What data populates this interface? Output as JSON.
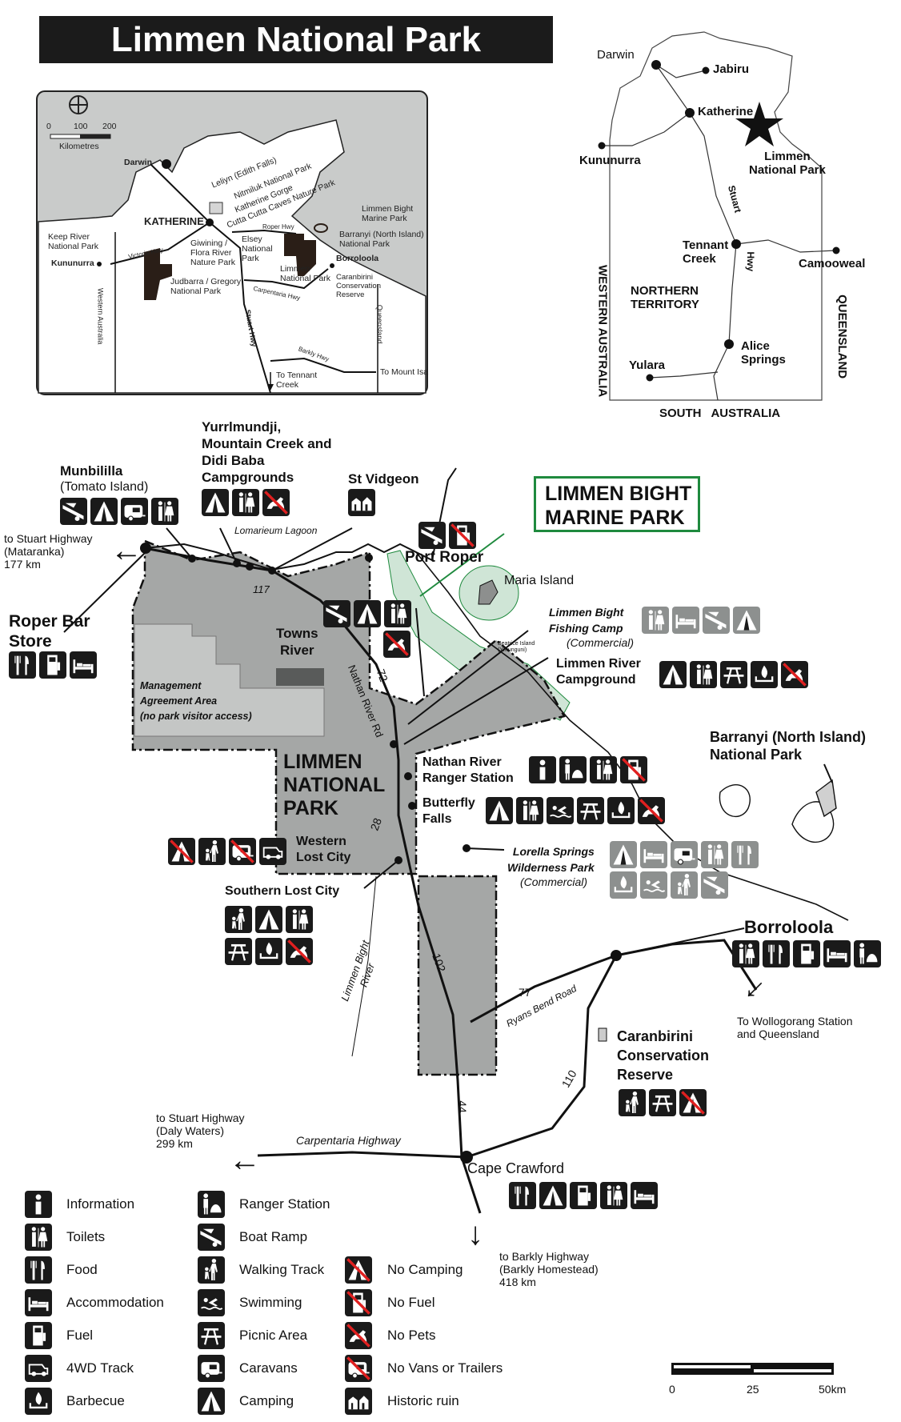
{
  "title": "Limmen National Park",
  "inset": {
    "scale_labels": [
      "0",
      "100",
      "200"
    ],
    "scale_unit": "Kilometres",
    "darwin": "Darwin",
    "katherine": "KATHERINE",
    "leliyn": "Leliyn (Edith Falls)",
    "nitmiluk": "Nitmiluk National Park",
    "katherine_gorge": "Katherine Gorge",
    "cutta": "Cutta Cutta Caves Nature Park",
    "keep_river": [
      "Keep River",
      "National Park"
    ],
    "kununurra": "Kununurra",
    "victoria_hwy": "Victoria Hwy",
    "giwining": [
      "Giwining /",
      "Flora River",
      "Nature Park"
    ],
    "judbarra": [
      "Judbarra / Gregory",
      "National Park"
    ],
    "elsey": [
      "Elsey",
      "National",
      "Park"
    ],
    "roper_hwy": "Roper Hwy",
    "limmen": [
      "Limmen",
      "National Park"
    ],
    "marine": [
      "Limmen Bight",
      "Marine Park"
    ],
    "barranyi": [
      "Barranyi (North Island)",
      "National Park"
    ],
    "borroloola": "Borroloola",
    "caranbirini": [
      "Caranbirini",
      "Conservation",
      "Reserve"
    ],
    "carpentaria_hwy": "Carpentaria Hwy",
    "stuart_hwy": "Stuart Hwy",
    "western_australia": "Western Australia",
    "queensland": "Queensland",
    "barkly_hwy": "Barkly Hwy",
    "tennant": [
      "To Tennant",
      "Creek"
    ],
    "mount_isa": "To Mount Isa"
  },
  "overview": {
    "darwin": "Darwin",
    "jabiru": "Jabiru",
    "katherine": "Katherine",
    "limmen": [
      "Limmen",
      "National Park"
    ],
    "kununurra": "Kununurra",
    "stuart": "Stuart",
    "hwy": "Hwy",
    "tennant": [
      "Tennant",
      "Creek"
    ],
    "camooweal": "Camooweal",
    "nt": [
      "NORTHERN",
      "TERRITORY"
    ],
    "alice": [
      "Alice",
      "Springs"
    ],
    "yulara": "Yulara",
    "wa": "WESTERN AUSTRALIA",
    "qld": "QUEENSLAND",
    "sa": "SOUTH   AUSTRALIA"
  },
  "main": {
    "munbililla": {
      "name": "Munbililla",
      "sub": "(Tomato Island)",
      "icons": [
        "boat-ramp",
        "camping",
        "caravans",
        "toilets"
      ]
    },
    "yurrlmundji": {
      "name": [
        "Yurrlmundji,",
        "Mountain Creek and",
        "Didi Baba",
        "Campgrounds"
      ],
      "icons": [
        "camping",
        "toilets",
        "no-pets"
      ]
    },
    "st_vidgeon": {
      "name": "St Vidgeon",
      "icons": [
        "historic-ruin"
      ]
    },
    "port_roper": {
      "name": "Port Roper",
      "icons": [
        "boat-ramp",
        "no-fuel"
      ]
    },
    "marine_park": [
      "LIMMEN BIGHT",
      "MARINE PARK"
    ],
    "maria_island": "Maria Island",
    "mataranka": [
      "to Stuart Highway",
      "(Mataranka)",
      "177 km"
    ],
    "roper_bar": {
      "name": [
        "Roper Bar",
        "Store"
      ],
      "icons": [
        "food",
        "fuel",
        "accommodation"
      ]
    },
    "lomarieum": "Lomarieum Lagoon",
    "road_117": "117",
    "towns_river": {
      "name": [
        "Towns",
        "River"
      ],
      "icons": [
        "boat-ramp",
        "camping",
        "toilets"
      ],
      "icons2": [
        "no-pets"
      ]
    },
    "management": [
      "Management",
      "Agreement Area",
      "(no park visitor access)"
    ],
    "nathan_river_rd": "Nathan River Rd",
    "road_72": "72",
    "park_name": [
      "LIMMEN",
      "NATIONAL",
      "PARK"
    ],
    "road_28": "28",
    "western_lost_city": {
      "name": [
        "Western",
        "Lost City"
      ],
      "icons": [
        "no-camping",
        "walking-track",
        "no-vans",
        "4wd-track"
      ]
    },
    "fishing_camp": {
      "name": [
        "Limmen Bight",
        "Fishing Camp"
      ],
      "sub": "(Commercial)",
      "icons": [
        "toilets",
        "accommodation",
        "boat-ramp",
        "camping"
      ]
    },
    "beatrice": [
      "Beatrice Island",
      "(Ymunguni)"
    ],
    "limmen_river": {
      "name": [
        "Limmen River",
        "Campground"
      ],
      "icons": [
        "camping",
        "toilets",
        "picnic-area",
        "barbecue",
        "no-pets"
      ]
    },
    "barranyi": [
      "Barranyi (North Island)",
      "National Park"
    ],
    "nathan_ranger": {
      "name": [
        "Nathan River",
        "Ranger Station"
      ],
      "icons": [
        "information",
        "ranger-station",
        "toilets",
        "no-fuel"
      ]
    },
    "butterfly": {
      "name": [
        "Butterfly",
        "Falls"
      ],
      "icons": [
        "camping",
        "toilets",
        "swimming",
        "picnic-area",
        "barbecue",
        "no-pets"
      ]
    },
    "lorella": {
      "name": [
        "Lorella Springs",
        "Wilderness Park"
      ],
      "sub": "(Commercial)",
      "icons": [
        "camping",
        "accommodation",
        "caravans",
        "toilets",
        "food"
      ],
      "icons2": [
        "barbecue",
        "swimming",
        "walking-track",
        "boat-ramp"
      ]
    },
    "southern_lost_city": {
      "name": "Southern Lost City",
      "icons": [
        "walking-track",
        "camping",
        "toilets"
      ],
      "icons2": [
        "picnic-area",
        "barbecue",
        "no-pets"
      ]
    },
    "limmen_bight_river": [
      "Limmen Bight",
      "River"
    ],
    "road_102": "102",
    "borroloola": {
      "name": "Borroloola",
      "icons": [
        "toilets",
        "food",
        "fuel",
        "accommodation",
        "ranger-station"
      ]
    },
    "wollogorang": [
      "To Wollogorang Station",
      "and Queensland"
    ],
    "road_77": "77",
    "ryans_bend": "Ryans Bend Road",
    "caranbirini": {
      "name": [
        "Caranbirini",
        "Conservation",
        "Reserve"
      ],
      "icons": [
        "walking-track",
        "picnic-area",
        "no-camping"
      ]
    },
    "road_110": "110",
    "road_44": "44",
    "daly_waters": [
      "to Stuart Highway",
      "(Daly Waters)",
      "299 km"
    ],
    "carpentaria": "Carpentaria Highway",
    "cape_crawford": {
      "name": "Cape Crawford",
      "icons": [
        "food",
        "camping",
        "fuel",
        "toilets",
        "accommodation"
      ]
    },
    "barkly": [
      "to Barkly Highway",
      "(Barkly Homestead)",
      "418 km"
    ]
  },
  "legend": [
    {
      "icon": "information",
      "label": "Information"
    },
    {
      "icon": "toilets",
      "label": "Toilets"
    },
    {
      "icon": "food",
      "label": "Food"
    },
    {
      "icon": "accommodation",
      "label": "Accommodation"
    },
    {
      "icon": "fuel",
      "label": "Fuel"
    },
    {
      "icon": "4wd-track",
      "label": "4WD Track"
    },
    {
      "icon": "barbecue",
      "label": "Barbecue"
    },
    {
      "icon": "ranger-station",
      "label": "Ranger Station"
    },
    {
      "icon": "boat-ramp",
      "label": "Boat Ramp"
    },
    {
      "icon": "walking-track",
      "label": "Walking Track"
    },
    {
      "icon": "swimming",
      "label": "Swimming"
    },
    {
      "icon": "picnic-area",
      "label": "Picnic Area"
    },
    {
      "icon": "caravans",
      "label": "Caravans"
    },
    {
      "icon": "camping",
      "label": "Camping"
    },
    {
      "icon": "no-camping",
      "label": "No Camping"
    },
    {
      "icon": "no-fuel",
      "label": "No Fuel"
    },
    {
      "icon": "no-pets",
      "label": "No Pets"
    },
    {
      "icon": "no-vans",
      "label": "No Vans or Trailers"
    },
    {
      "icon": "historic-ruin",
      "label": "Historic ruin"
    }
  ],
  "scale": {
    "labels": [
      "0",
      "25",
      "50km"
    ]
  },
  "colors": {
    "park": "#a5a7a6",
    "marine": "#cfe5d6",
    "marine_border": "#1f8a3e",
    "no_slash": "#e02020"
  }
}
